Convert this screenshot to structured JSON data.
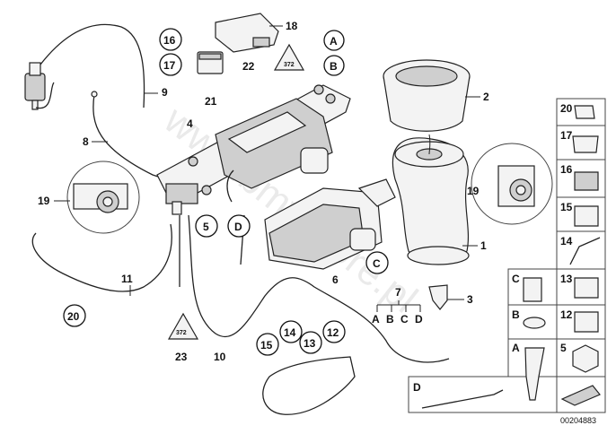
{
  "callouts": {
    "n1": "1",
    "n2": "2",
    "n3": "3",
    "n4": "4",
    "n5": "5",
    "n6": "6",
    "n7": "7",
    "n8": "8",
    "n9": "9",
    "n10": "10",
    "n11": "11",
    "n12": "12",
    "n13": "13",
    "n14": "14",
    "n15": "15",
    "n16": "16",
    "n17": "17",
    "n18": "18",
    "n19": "19",
    "n20": "20",
    "n21": "21",
    "n22": "22",
    "n23": "23",
    "a": "A",
    "b": "B",
    "c": "C",
    "d": "D"
  },
  "group7": [
    "A",
    "B",
    "C",
    "D"
  ],
  "side_panel": {
    "items": [
      "20",
      "17",
      "16",
      "15",
      "14",
      "13",
      "12",
      "5"
    ],
    "left_items": [
      "C",
      "B",
      "A"
    ],
    "bottom": "D"
  },
  "watermark": "www.bmwstore.pl",
  "diagram_id": "00204883"
}
